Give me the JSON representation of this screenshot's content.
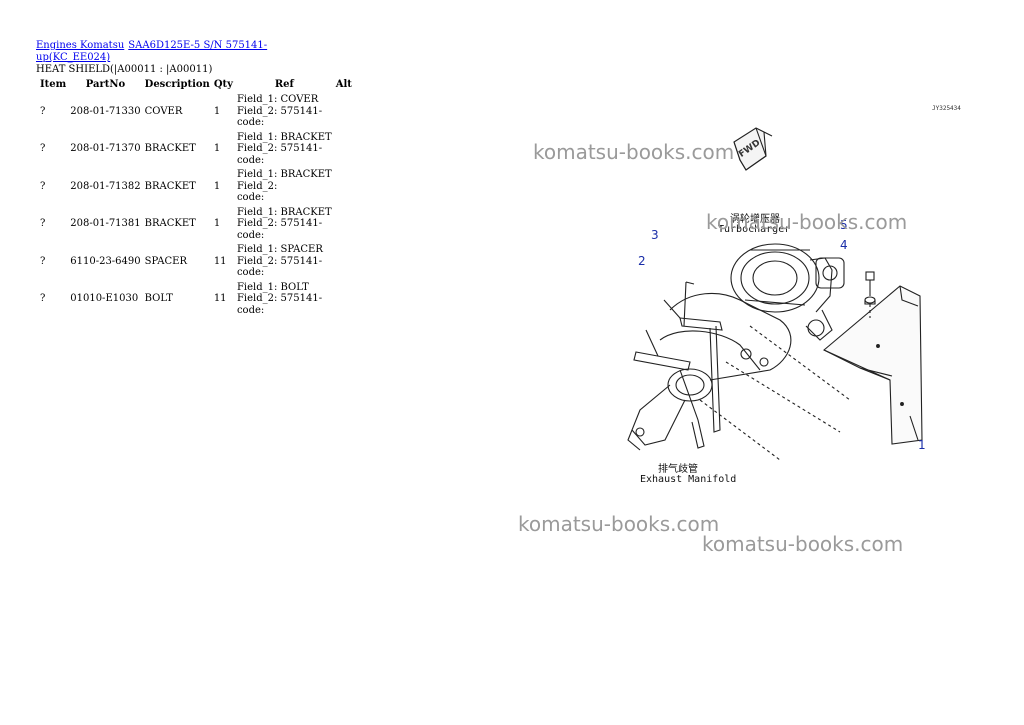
{
  "breadcrumb": {
    "link1": "Engines Komatsu",
    "link2": "SAA6D125E-5 S/N 575141-up(KC_EE024)"
  },
  "section_title": "HEAT SHIELD(|A00011 : |A00011)",
  "table": {
    "headers": [
      "Item",
      "PartNo",
      "Description",
      "Qty",
      "Ref",
      "Alt"
    ],
    "rows": [
      {
        "item": "?",
        "partno": "208-01-71330",
        "description": "COVER",
        "qty": "1",
        "ref1": "Field_1: COVER",
        "ref2": "Field_2: 575141-",
        "ref3": "code:"
      },
      {
        "item": "?",
        "partno": "208-01-71370",
        "description": "BRACKET",
        "qty": "1",
        "ref1": "Field_1: BRACKET",
        "ref2": "Field_2: 575141-",
        "ref3": "code:"
      },
      {
        "item": "?",
        "partno": "208-01-71382",
        "description": "BRACKET",
        "qty": "1",
        "ref1": "Field_1: BRACKET",
        "ref2": "Field_2:",
        "ref3": "code:"
      },
      {
        "item": "?",
        "partno": "208-01-71381",
        "description": "BRACKET",
        "qty": "1",
        "ref1": "Field_1: BRACKET",
        "ref2": "Field_2: 575141-",
        "ref3": "code:"
      },
      {
        "item": "?",
        "partno": "6110-23-6490",
        "description": "SPACER",
        "qty": "11",
        "ref1": "Field_1: SPACER",
        "ref2": "Field_2: 575141-",
        "ref3": "code:"
      },
      {
        "item": "?",
        "partno": "01010-E1030",
        "description": "BOLT",
        "qty": "11",
        "ref1": "Field_1: BOLT",
        "ref2": "Field_2: 575141-",
        "ref3": "code:"
      }
    ]
  },
  "diagram": {
    "drawing_code": "JY325434",
    "fwd_label": "FWD",
    "turbo_cn": "涡轮增压器",
    "turbo_en": "Turbocharger",
    "manifold_cn": "排气歧管",
    "manifold_en": "Exhaust Manifold",
    "callouts": [
      "1",
      "2",
      "3",
      "4",
      "5"
    ]
  },
  "watermark_text": "komatsu-books.com"
}
